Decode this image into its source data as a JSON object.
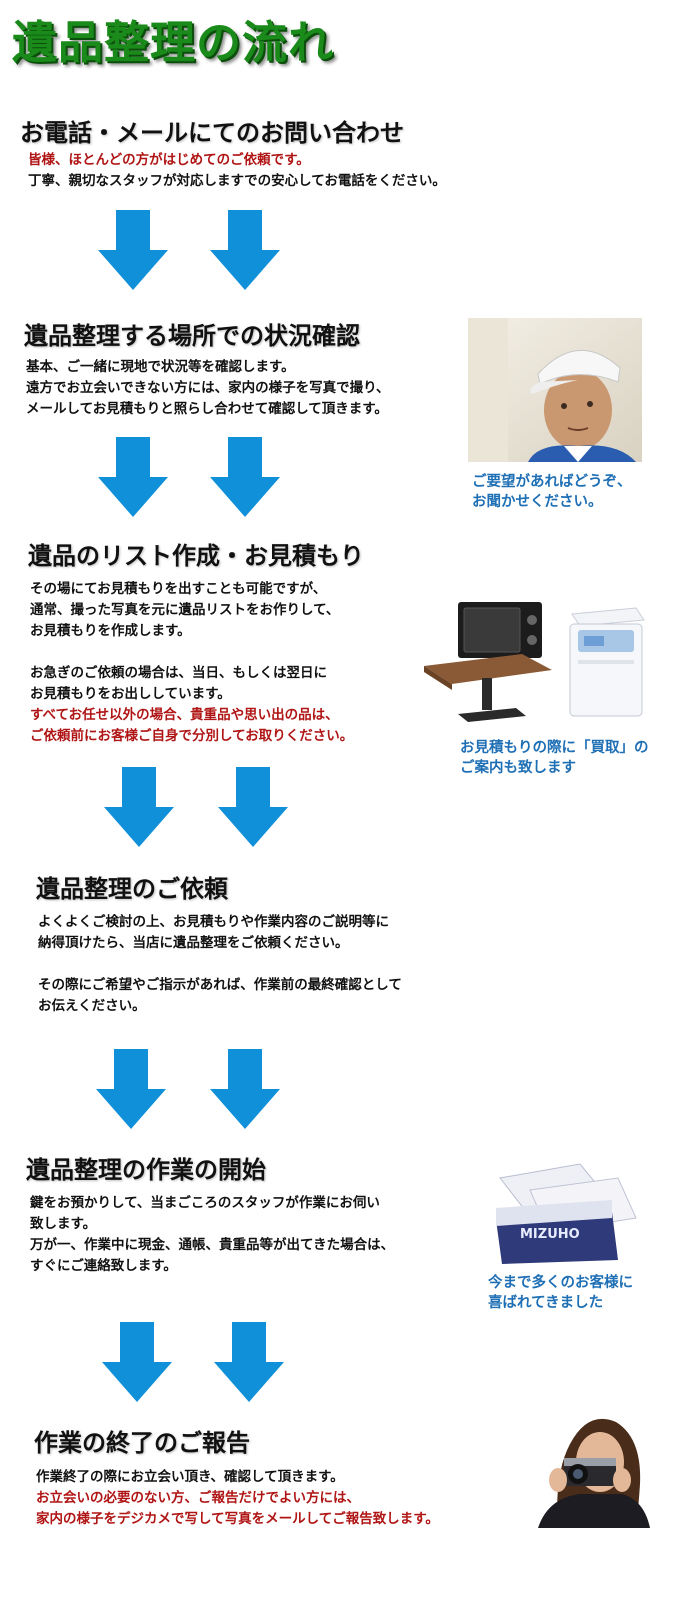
{
  "title": "遺品整理の流れ",
  "colors": {
    "title_green": "#1a8a1a",
    "arrow_blue": "#0f90d8",
    "highlight_red": "#b01515",
    "caption_blue": "#1f6fb5"
  },
  "steps": [
    {
      "heading": "お電話・メールにてのお問い合わせ",
      "lines": [
        {
          "text": "皆様、ほとんどの方がはじめてのご依頼です。",
          "red": true
        },
        {
          "text": "丁寧、親切なスタッフが対応しますでの安心してお電話をください。",
          "red": false
        }
      ]
    },
    {
      "heading": "遺品整理する場所での状況確認",
      "lines": [
        {
          "text": "基本、ご一緒に現地で状況等を確認します。",
          "red": false
        },
        {
          "text": "遠方でお立会いできない方には、家内の様子を写真で撮り、",
          "red": false
        },
        {
          "text": "メールしてお見積もりと照らし合わせて確認して頂きます。",
          "red": false
        }
      ],
      "caption": [
        "ご要望があればどうぞ、",
        "お聞かせください。"
      ]
    },
    {
      "heading": "遺品のリスト作成・お見積もり",
      "lines": [
        {
          "text": "その場にてお見積もりを出すことも可能ですが、",
          "red": false
        },
        {
          "text": "通常、撮った写真を元に遺品リストをお作りして、",
          "red": false
        },
        {
          "text": "お見積もりを作成します。",
          "red": false
        },
        {
          "text": "",
          "red": false
        },
        {
          "text": "お急ぎのご依頼の場合は、当日、もしくは翌日に",
          "red": false
        },
        {
          "text": "お見積もりをお出ししています。",
          "red": false
        },
        {
          "text": "すべてお任せ以外の場合、貴重品や思い出の品は、",
          "red": true
        },
        {
          "text": "ご依頼前にお客様ご自身で分別してお取りください。",
          "red": true
        }
      ],
      "caption": [
        "お見積もりの際に「買取」の",
        "ご案内も致します"
      ]
    },
    {
      "heading": "遺品整理のご依頼",
      "lines": [
        {
          "text": "よくよくご検討の上、お見積もりや作業内容のご説明等に",
          "red": false
        },
        {
          "text": "納得頂けたら、当店に遺品整理をご依頼ください。",
          "red": false
        },
        {
          "text": "",
          "red": false
        },
        {
          "text": "その際にご希望やご指示があれば、作業前の最終確認として",
          "red": false
        },
        {
          "text": "お伝えください。",
          "red": false
        }
      ]
    },
    {
      "heading": "遺品整理の作業の開始",
      "lines": [
        {
          "text": "鍵をお預かりして、当まごころのスタッフが作業にお伺い",
          "red": false
        },
        {
          "text": "致します。",
          "red": false
        },
        {
          "text": "万が一、作業中に現金、通帳、貴重品等が出てきた場合は、",
          "red": false
        },
        {
          "text": "すぐにご連絡致します。",
          "red": false
        }
      ],
      "caption": [
        "今まで多くのお客様に",
        "喜ばれてきました"
      ],
      "passbook_label": "MIZUHO"
    },
    {
      "heading": "作業の終了のご報告",
      "lines": [
        {
          "text": "作業終了の際にお立会い頂き、確認して頂きます。",
          "red": false
        },
        {
          "text": "お立会いの必要のない方、ご報告だけでよい方には、",
          "red": true
        },
        {
          "text": "家内の様子をデジカメで写して写真をメールしてご報告致します。",
          "red": true
        }
      ]
    }
  ]
}
